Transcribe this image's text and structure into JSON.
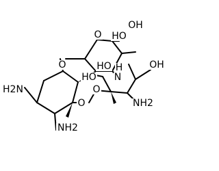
{
  "diagram": {
    "type": "chemical-structure",
    "atoms": [
      {
        "key": "o_ring_top",
        "label": "O"
      },
      {
        "key": "o_left",
        "label": "O"
      },
      {
        "key": "ho_top_1",
        "label": "HO"
      },
      {
        "key": "oh_top_right",
        "label": "OH"
      },
      {
        "key": "ho_center",
        "label": "HO"
      },
      {
        "key": "ho_center_2",
        "label": "HO"
      },
      {
        "key": "nh_center",
        "label": "H"
      },
      {
        "key": "n_center",
        "label": "N"
      },
      {
        "key": "oh_right",
        "label": "OH"
      },
      {
        "key": "nh2_left",
        "label": "H2N"
      },
      {
        "key": "o_mid",
        "label": "O"
      },
      {
        "key": "nh2_right",
        "label": "NH2"
      },
      {
        "key": "o_lower",
        "label": "O"
      },
      {
        "key": "nh2_bottom",
        "label": "NH2"
      }
    ]
  }
}
